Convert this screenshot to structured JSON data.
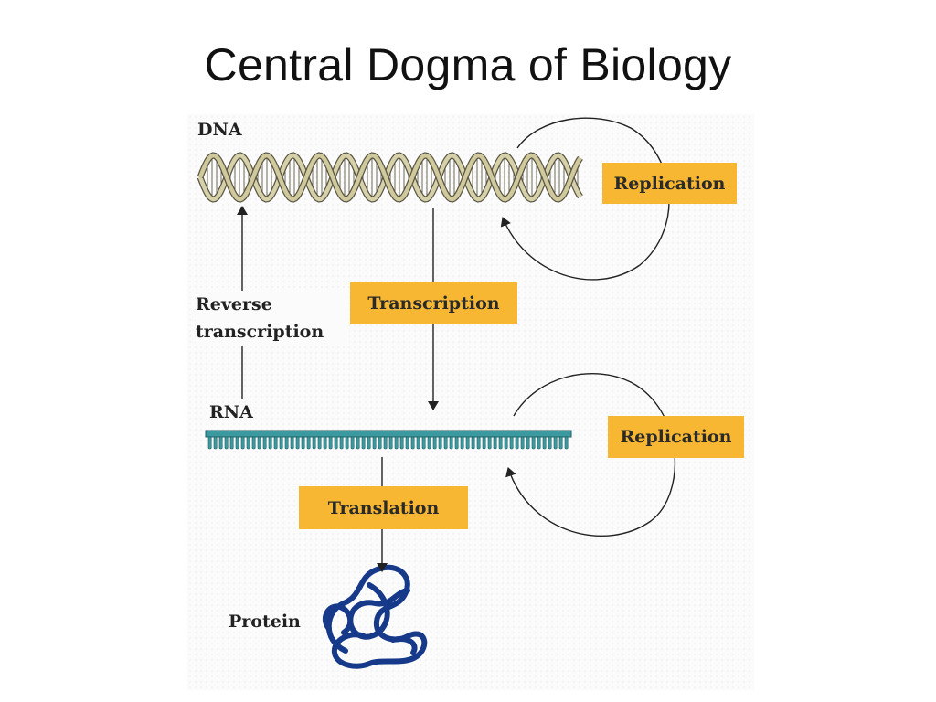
{
  "slide": {
    "title": "Central Dogma of Biology"
  },
  "diagram": {
    "molecules": {
      "dna": "DNA",
      "rna": "RNA",
      "protein": "Protein"
    },
    "processes": {
      "dna_replication": "Replication",
      "transcription": "Transcription",
      "reverse_transcription": "Reverse transcription",
      "rna_replication": "Replication",
      "translation": "Translation"
    },
    "colors": {
      "label_box": "#f7b733",
      "dna_strand": "#c9c49a",
      "rna_strand": "#3a9aa0",
      "protein": "#16398a",
      "arrow": "#222222"
    }
  }
}
